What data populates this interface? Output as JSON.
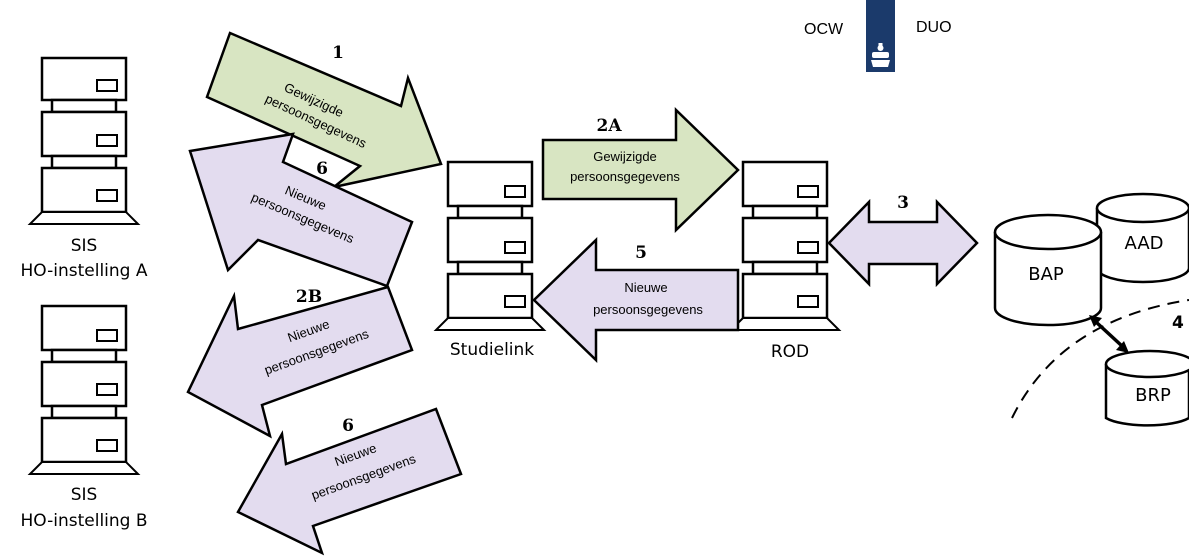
{
  "header": {
    "left_label": "OCW",
    "right_label": "DUO",
    "logo": "rijksoverheid-logo",
    "logo_color": "#1b3a6b"
  },
  "servers": {
    "sis_a": {
      "line1": "SIS",
      "line2": "HO-instelling A"
    },
    "sis_b": {
      "line1": "SIS",
      "line2": "HO-instelling B"
    },
    "studielink": {
      "label": "Studielink"
    },
    "rod": {
      "label": "ROD"
    }
  },
  "databases": {
    "bap": "BAP",
    "aad": "AAD",
    "brp": "BRP"
  },
  "arrows": {
    "a1": {
      "number": "1",
      "line1": "Gewijzigde",
      "line2": "persoonsgegevens"
    },
    "a6top": {
      "number": "6",
      "line1": "Nieuwe",
      "line2": "persoonsgegevens"
    },
    "a2b": {
      "number": "2B",
      "line1": "Nieuwe",
      "line2": "persoonsgegevens"
    },
    "a6bottom": {
      "number": "6",
      "line1": "Nieuwe",
      "line2": "persoonsgegevens"
    },
    "a2a": {
      "number": "2A",
      "line1": "Gewijzigde",
      "line2": "persoonsgegevens"
    },
    "a5": {
      "number": "5",
      "line1": "Nieuwe",
      "line2": "persoonsgegevens"
    },
    "a3": {
      "number": "3"
    },
    "a4": {
      "number": "4"
    }
  },
  "colors": {
    "green_arrow": "#d8e5c2",
    "purple_arrow": "#e3dcef"
  }
}
